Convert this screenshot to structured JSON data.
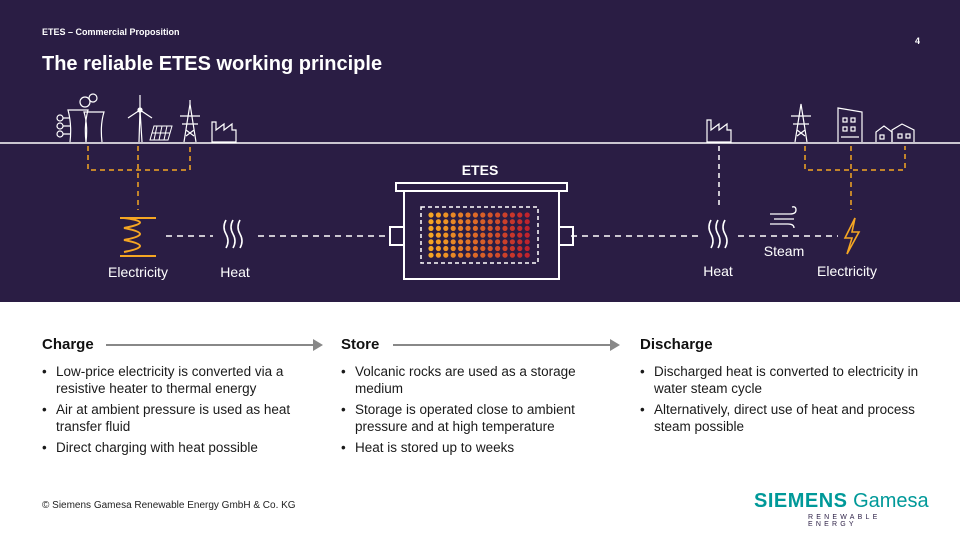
{
  "header": {
    "kicker": "ETES – Commercial Proposition",
    "title": "The reliable ETES working principle",
    "page_number": "4"
  },
  "diagram": {
    "etes_label": "ETES",
    "electricity_in_label": "Electricity",
    "heat_in_label": "Heat",
    "heat_out_label": "Heat",
    "steam_label": "Steam",
    "electricity_out_label": "Electricity",
    "colors": {
      "background": "#2a1d44",
      "accent": "#f5a623",
      "rock_start": "#f5a623",
      "rock_end": "#c0222c"
    }
  },
  "columns": [
    {
      "heading": "Charge",
      "bullets": [
        "Low-price electricity is converted via a resistive heater to thermal energy",
        "Air at ambient pressure is used as heat transfer fluid",
        "Direct charging with heat possible"
      ]
    },
    {
      "heading": "Store",
      "bullets": [
        "Volcanic rocks are used as a storage medium",
        "Storage is operated close to ambient pressure and at high temperature",
        "Heat is stored up to weeks"
      ]
    },
    {
      "heading": "Discharge",
      "bullets": [
        "Discharged heat is converted to electricity in water steam cycle",
        "Alternatively, direct use of heat and process steam possible"
      ]
    }
  ],
  "footer": {
    "copyright": "© Siemens Gamesa Renewable Energy GmbH & Co. KG",
    "logo_siemens": "SIEMENS",
    "logo_gamesa": "Gamesa",
    "logo_sub": "RENEWABLE ENERGY"
  }
}
